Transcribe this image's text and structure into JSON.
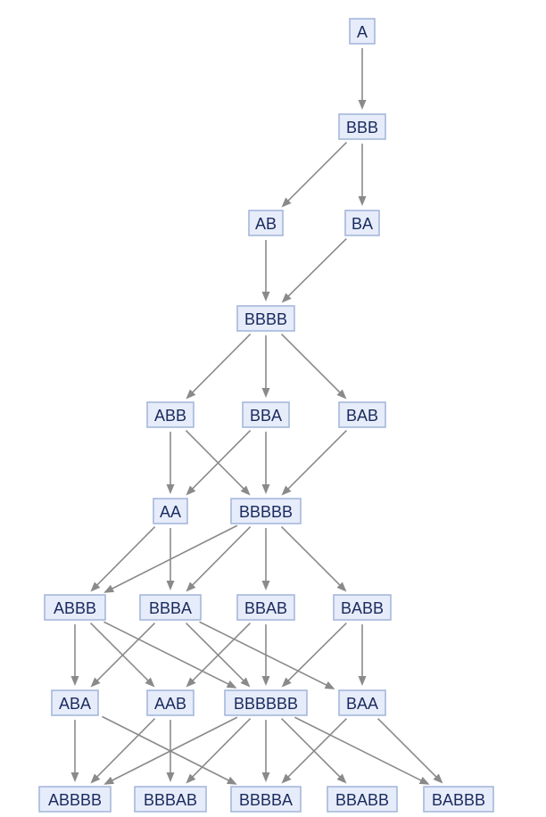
{
  "graph": {
    "nodes": [
      {
        "id": "A",
        "label": "A"
      },
      {
        "id": "BBB",
        "label": "BBB"
      },
      {
        "id": "AB",
        "label": "AB"
      },
      {
        "id": "BA",
        "label": "BA"
      },
      {
        "id": "BBBB",
        "label": "BBBB"
      },
      {
        "id": "ABB",
        "label": "ABB"
      },
      {
        "id": "BBA",
        "label": "BBA"
      },
      {
        "id": "BAB",
        "label": "BAB"
      },
      {
        "id": "AA",
        "label": "AA"
      },
      {
        "id": "BBBBB",
        "label": "BBBBB"
      },
      {
        "id": "ABBB",
        "label": "ABBB"
      },
      {
        "id": "BBBA",
        "label": "BBBA"
      },
      {
        "id": "BBAB",
        "label": "BBAB"
      },
      {
        "id": "BABB",
        "label": "BABB"
      },
      {
        "id": "ABA",
        "label": "ABA"
      },
      {
        "id": "AAB",
        "label": "AAB"
      },
      {
        "id": "BBBBBB",
        "label": "BBBBBB"
      },
      {
        "id": "BAA",
        "label": "BAA"
      },
      {
        "id": "ABBBB",
        "label": "ABBBB"
      },
      {
        "id": "BBBAB",
        "label": "BBBAB"
      },
      {
        "id": "BBBBA",
        "label": "BBBBA"
      },
      {
        "id": "BBABB",
        "label": "BBABB"
      },
      {
        "id": "BABBB",
        "label": "BABBB"
      }
    ],
    "edges": [
      {
        "from": "A",
        "to": "BBB"
      },
      {
        "from": "BBB",
        "to": "AB"
      },
      {
        "from": "BBB",
        "to": "BA"
      },
      {
        "from": "AB",
        "to": "BBBB"
      },
      {
        "from": "BA",
        "to": "BBBB"
      },
      {
        "from": "BBBB",
        "to": "ABB"
      },
      {
        "from": "BBBB",
        "to": "BBA"
      },
      {
        "from": "BBBB",
        "to": "BAB"
      },
      {
        "from": "ABB",
        "to": "AA"
      },
      {
        "from": "ABB",
        "to": "BBBBB"
      },
      {
        "from": "BBA",
        "to": "AA"
      },
      {
        "from": "BBA",
        "to": "BBBBB"
      },
      {
        "from": "BAB",
        "to": "BBBBB"
      },
      {
        "from": "AA",
        "to": "ABBB"
      },
      {
        "from": "AA",
        "to": "BBBA"
      },
      {
        "from": "BBBBB",
        "to": "ABBB"
      },
      {
        "from": "BBBBB",
        "to": "BBBA"
      },
      {
        "from": "BBBBB",
        "to": "BBAB"
      },
      {
        "from": "BBBBB",
        "to": "BABB"
      },
      {
        "from": "ABBB",
        "to": "ABA"
      },
      {
        "from": "ABBB",
        "to": "AAB"
      },
      {
        "from": "ABBB",
        "to": "BBBBBB"
      },
      {
        "from": "BBBA",
        "to": "ABA"
      },
      {
        "from": "BBBA",
        "to": "BBBBBB"
      },
      {
        "from": "BBBA",
        "to": "BAA"
      },
      {
        "from": "BBAB",
        "to": "AAB"
      },
      {
        "from": "BBAB",
        "to": "BBBBBB"
      },
      {
        "from": "BABB",
        "to": "BBBBBB"
      },
      {
        "from": "BABB",
        "to": "BAA"
      },
      {
        "from": "ABA",
        "to": "ABBBB"
      },
      {
        "from": "ABA",
        "to": "BBBBA"
      },
      {
        "from": "AAB",
        "to": "ABBBB"
      },
      {
        "from": "AAB",
        "to": "BBBAB"
      },
      {
        "from": "BBBBBB",
        "to": "ABBBB"
      },
      {
        "from": "BBBBBB",
        "to": "BBBAB"
      },
      {
        "from": "BBBBBB",
        "to": "BBBBA"
      },
      {
        "from": "BBBBBB",
        "to": "BBABB"
      },
      {
        "from": "BBBBBB",
        "to": "BABBB"
      },
      {
        "from": "BAA",
        "to": "BBBBA"
      },
      {
        "from": "BAA",
        "to": "BABBB"
      }
    ]
  }
}
